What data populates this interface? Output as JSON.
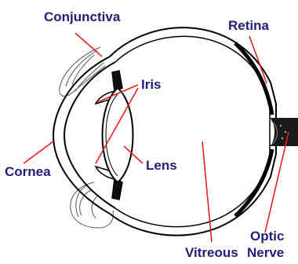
{
  "diagram": {
    "labels": {
      "conjunctiva": "Conjunctiva",
      "retina": "Retina",
      "iris": "Iris",
      "lens": "Lens",
      "cornea": "Cornea",
      "vitreous": "Vitreous",
      "optic_nerve_line1": "Optic",
      "optic_nerve_line2": "Nerve"
    },
    "colors": {
      "label_text": "#1f1f7a",
      "leader_line": "#e8221b",
      "outline": "#000000",
      "background": "#ffffff"
    }
  }
}
